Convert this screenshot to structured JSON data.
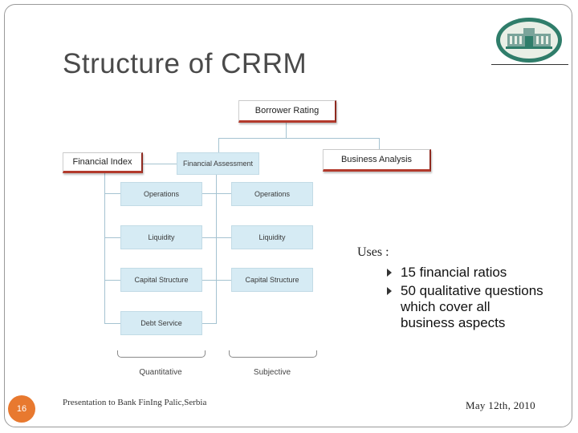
{
  "slide": {
    "title": "Structure of CRRM",
    "page_number": "16",
    "footer_left": "Presentation to Bank FinIng Palic,Serbia",
    "footer_right": "May 12th, 2010"
  },
  "diagram": {
    "borrower_rating": "Borrower Rating",
    "financial_index": "Financial Index",
    "financial_assessment": "Financial Assessment",
    "business_analysis": "Business Analysis",
    "left_column": [
      "Operations",
      "Liquidity",
      "Capital Structure",
      "Debt Service"
    ],
    "right_column": [
      "Operations",
      "Liquidity",
      "Capital Structure"
    ],
    "left_bracket_label": "Quantitative",
    "right_bracket_label": "Subjective"
  },
  "uses": {
    "heading": "Uses :",
    "items": [
      "15 financial ratios",
      "50 qualitative questions which cover all business aspects"
    ]
  },
  "colors": {
    "accent_red": "#b33a2c",
    "box_blue": "#d6ebf4",
    "page_badge": "#e8792f"
  }
}
